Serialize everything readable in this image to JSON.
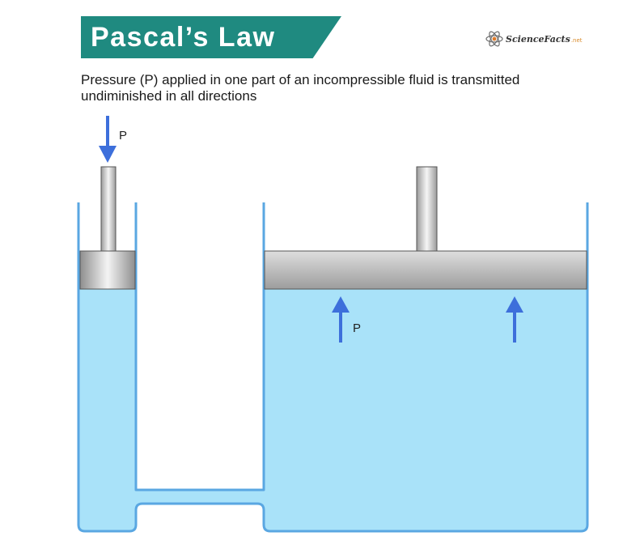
{
  "header": {
    "title": "Pascal’s Law",
    "brand_name": "ScienceFacts",
    "brand_tld": ".net",
    "brand_icon": "atom-icon"
  },
  "description": "Pressure (P) applied in one part of an incompressible fluid is transmitted undiminished in all directions",
  "diagram": {
    "applied_force_label": "P",
    "transmitted_force_label": "P",
    "colors": {
      "fluid": "#a9e2f9",
      "container_outline": "#5aa7e2",
      "arrow": "#3d6fdb",
      "piston_metal": "#c8c8c8"
    }
  }
}
